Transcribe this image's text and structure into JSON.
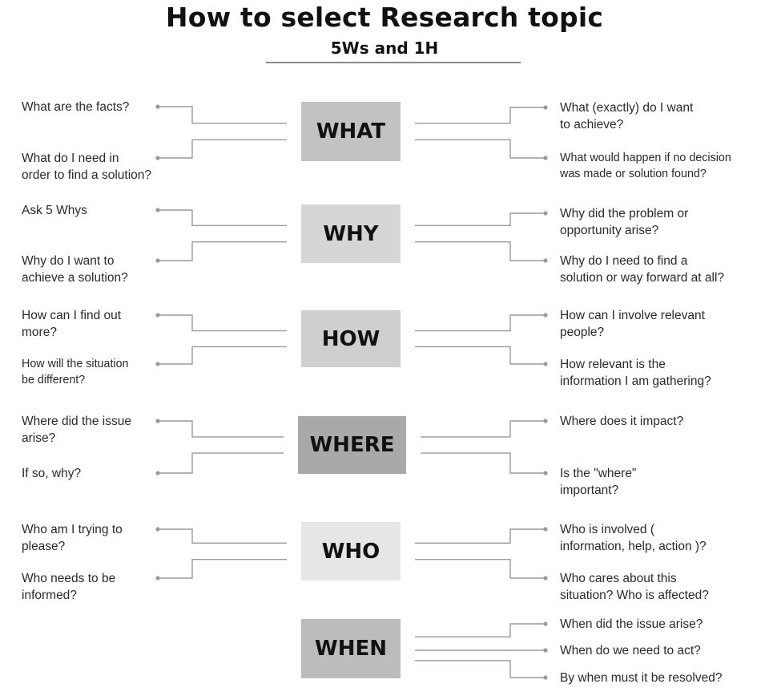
{
  "header": {
    "title": "How to select Research topic",
    "subtitle": "5Ws and 1H"
  },
  "colors": {
    "what": "#c2c2c2",
    "why": "#d6d6d6",
    "how": "#cfcfcf",
    "where": "#a9a9a9",
    "who": "#e6e6e6",
    "when": "#bcbcbc",
    "connector": "#9a9a9a"
  },
  "groups": [
    {
      "key": "what",
      "label": "WHAT",
      "left": [
        [
          "What are the facts?"
        ],
        [
          "What do I need in",
          "order to find a solution?"
        ]
      ],
      "right": [
        [
          "What (exactly) do I want",
          "to achieve?"
        ],
        [
          "What would happen if no decision",
          "was made or solution found?"
        ]
      ]
    },
    {
      "key": "why",
      "label": "WHY",
      "left": [
        [
          "Ask 5 Whys"
        ],
        [
          "Why do I want to",
          "achieve a solution?"
        ]
      ],
      "right": [
        [
          "Why did the problem or",
          "opportunity arise?"
        ],
        [
          "Why do I need to find a",
          "solution or way forward at all?"
        ]
      ]
    },
    {
      "key": "how",
      "label": "HOW",
      "left": [
        [
          "How can I find out",
          "more?"
        ],
        [
          "How will the situation",
          "be different?"
        ]
      ],
      "right": [
        [
          "How can I involve relevant",
          "people?"
        ],
        [
          "How relevant is the",
          "information I am gathering?"
        ]
      ]
    },
    {
      "key": "where",
      "label": "WHERE",
      "left": [
        [
          "Where did the issue",
          "arise?"
        ],
        [
          "If so, why?"
        ]
      ],
      "right": [
        [
          "Where does it impact?"
        ],
        [
          "Is the \"where\"",
          "important?"
        ]
      ]
    },
    {
      "key": "who",
      "label": "WHO",
      "left": [
        [
          "Who am I trying to",
          "please?"
        ],
        [
          "Who needs to be",
          "informed?"
        ]
      ],
      "right": [
        [
          "Who is involved (",
          "information, help, action )?"
        ],
        [
          "Who cares about this",
          "situation? Who is affected?"
        ]
      ]
    },
    {
      "key": "when",
      "label": "WHEN",
      "left": [],
      "right": [
        [
          "When did the issue arise?"
        ],
        [
          "When do we need to act?"
        ],
        [
          "By when must it be resolved?"
        ]
      ]
    }
  ]
}
